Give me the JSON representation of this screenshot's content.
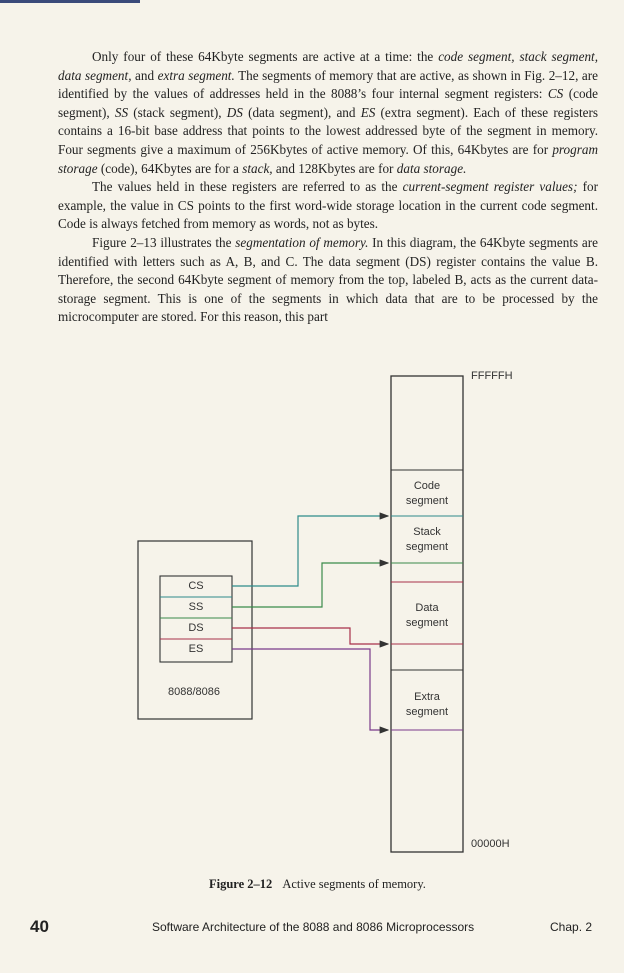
{
  "body": {
    "paragraphs": [
      {
        "parts": [
          {
            "t": "Only four of these 64Kbyte segments are active at a time: the ",
            "i": false
          },
          {
            "t": "code segment, stack segment, data segment,",
            "i": true
          },
          {
            "t": " and ",
            "i": false
          },
          {
            "t": "extra segment.",
            "i": true
          },
          {
            "t": " The segments of memory that are active, as shown in Fig. 2–12, are identified by the values of addresses held in the 8088’s four internal segment registers: ",
            "i": false
          },
          {
            "t": "CS",
            "i": true
          },
          {
            "t": " (code segment), ",
            "i": false
          },
          {
            "t": "SS",
            "i": true
          },
          {
            "t": " (stack segment), ",
            "i": false
          },
          {
            "t": "DS",
            "i": true
          },
          {
            "t": " (data segment), and ",
            "i": false
          },
          {
            "t": "ES",
            "i": true
          },
          {
            "t": " (extra segment). Each of these registers contains a 16-bit base address that points to the lowest addressed byte of the segment in memory. Four segments give a maximum of 256Kbytes of active memory. Of this, 64Kbytes are for ",
            "i": false
          },
          {
            "t": "program storage",
            "i": true
          },
          {
            "t": " (code), 64Kbytes are for a ",
            "i": false
          },
          {
            "t": "stack,",
            "i": true
          },
          {
            "t": " and 128Kbytes are for ",
            "i": false
          },
          {
            "t": "data storage.",
            "i": true
          }
        ]
      },
      {
        "parts": [
          {
            "t": "The values held in these registers are referred to as the ",
            "i": false
          },
          {
            "t": "current-segment register values;",
            "i": true
          },
          {
            "t": " for example, the value in CS points to the first word-wide storage location in the current code segment. Code is always fetched from memory as words, not as bytes.",
            "i": false
          }
        ]
      },
      {
        "parts": [
          {
            "t": "Figure 2–13 illustrates the ",
            "i": false
          },
          {
            "t": "segmentation of memory.",
            "i": true
          },
          {
            "t": " In this diagram, the 64Kbyte segments are identified with letters such as A, B, and C. The data segment (DS) register contains the value B. Therefore, the second 64Kbyte segment of memory from the top, labeled B, acts as the current data-storage segment. This is one of the segments in which data that are to be processed by the microcomputer are stored. For this reason, this part",
            "i": false
          }
        ]
      }
    ]
  },
  "figure": {
    "memory": {
      "top_address": "FFFFFH",
      "bottom_address": "00000H",
      "segments": [
        {
          "line1": "Code",
          "line2": "segment"
        },
        {
          "line1": "Stack",
          "line2": "segment"
        },
        {
          "line1": "Data",
          "line2": "segment"
        },
        {
          "line1": "Extra",
          "line2": "segment"
        }
      ]
    },
    "registers": [
      "CS",
      "SS",
      "DS",
      "ES"
    ],
    "cpu_label": "8088/8086",
    "caption_label": "Figure 2–12",
    "caption_text": "Active segments of memory.",
    "colors": {
      "cs": "#2e8a8a",
      "ss": "#3b8a4a",
      "ds": "#a8304a",
      "es": "#7a3a8a",
      "box": "#333333"
    }
  },
  "footer": {
    "page_number": "40",
    "title": "Software Architecture of the 8088 and 8086 Microprocessors",
    "chapter": "Chap. 2"
  }
}
